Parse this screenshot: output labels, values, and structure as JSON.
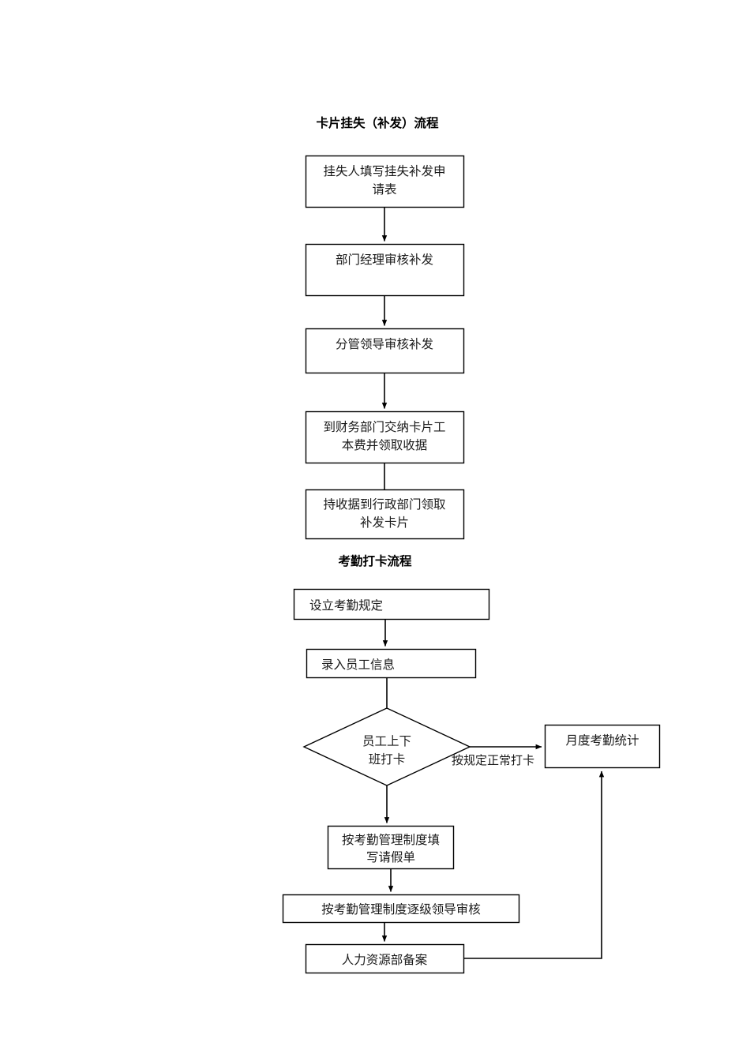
{
  "document": {
    "type": "flowchart-diagram",
    "background_color": "#ffffff",
    "line_color": "#000000",
    "text_color": "#1a1a1a"
  },
  "sections": [
    {
      "id": "card-loss-reissue",
      "title": "卡片挂失（补发）流程",
      "nodes": [
        {
          "id": "n1",
          "shape": "rect",
          "lines": [
            "挂失人填写挂失补发申",
            "请表"
          ],
          "align": "center"
        },
        {
          "id": "n2",
          "shape": "rect",
          "lines": [
            "部门经理审核补发"
          ],
          "align": "center"
        },
        {
          "id": "n3",
          "shape": "rect",
          "lines": [
            "分管领导审核补发"
          ],
          "align": "center"
        },
        {
          "id": "n4",
          "shape": "rect",
          "lines": [
            "到财务部门交纳卡片工",
            "本费并领取收据"
          ],
          "align": "center"
        },
        {
          "id": "n5",
          "shape": "rect",
          "lines": [
            "持收据到行政部门领取",
            "补发卡片"
          ],
          "align": "center"
        }
      ],
      "edges": [
        {
          "from": "n1",
          "to": "n2",
          "arrow": true
        },
        {
          "from": "n2",
          "to": "n3",
          "arrow": true
        },
        {
          "from": "n3",
          "to": "n4",
          "arrow": true
        },
        {
          "from": "n4",
          "to": "n5",
          "arrow": false
        }
      ]
    },
    {
      "id": "attendance-punch",
      "title": "考勤打卡流程",
      "nodes": [
        {
          "id": "m1",
          "shape": "rect",
          "lines": [
            "设立考勤规定"
          ],
          "align": "left"
        },
        {
          "id": "m2",
          "shape": "rect",
          "lines": [
            "录入员工信息"
          ],
          "align": "left"
        },
        {
          "id": "m3",
          "shape": "diamond",
          "lines": [
            "员工上下",
            "班打卡"
          ],
          "align": "center"
        },
        {
          "id": "m4",
          "shape": "rect",
          "lines": [
            "月度考勤统计"
          ],
          "align": "center"
        },
        {
          "id": "m5",
          "shape": "rect",
          "lines": [
            "按考勤管理制度填",
            "写请假单"
          ],
          "align": "center"
        },
        {
          "id": "m6",
          "shape": "rect",
          "lines": [
            "按考勤管理制度逐级领导审核"
          ],
          "align": "center"
        },
        {
          "id": "m7",
          "shape": "rect",
          "lines": [
            "人力资源部备案"
          ],
          "align": "center"
        }
      ],
      "edges": [
        {
          "from": "m1",
          "to": "m2",
          "arrow": true,
          "label": ""
        },
        {
          "from": "m2",
          "to": "m3",
          "arrow": true,
          "label": ""
        },
        {
          "from": "m3",
          "to": "m4",
          "arrow": true,
          "label": "按规定正常打卡"
        },
        {
          "from": "m3",
          "to": "m5",
          "arrow": true,
          "label": ""
        },
        {
          "from": "m5",
          "to": "m6",
          "arrow": true,
          "label": ""
        },
        {
          "from": "m6",
          "to": "m7",
          "arrow": true,
          "label": ""
        },
        {
          "from": "m7",
          "to": "m4",
          "arrow": true,
          "label": ""
        }
      ]
    }
  ],
  "labels": {
    "s1_title": "卡片挂失（补发）流程",
    "s1_n1_l1": "挂失人填写挂失补发申",
    "s1_n1_l2": "请表",
    "s1_n2_l1": "部门经理审核补发",
    "s1_n3_l1": "分管领导审核补发",
    "s1_n4_l1": "到财务部门交纳卡片工",
    "s1_n4_l2": "本费并领取收据",
    "s1_n5_l1": "持收据到行政部门领取",
    "s1_n5_l2": "补发卡片",
    "s2_title": "考勤打卡流程",
    "s2_m1_l1": "设立考勤规定",
    "s2_m2_l1": "录入员工信息",
    "s2_m3_l1": "员工上下",
    "s2_m3_l2": "班打卡",
    "s2_m4_l1": "月度考勤统计",
    "s2_m5_l1": "按考勤管理制度填",
    "s2_m5_l2": "写请假单",
    "s2_m6_l1": "按考勤管理制度逐级领导审核",
    "s2_m7_l1": "人力资源部备案",
    "s2_edge_label": "按规定正常打卡"
  }
}
